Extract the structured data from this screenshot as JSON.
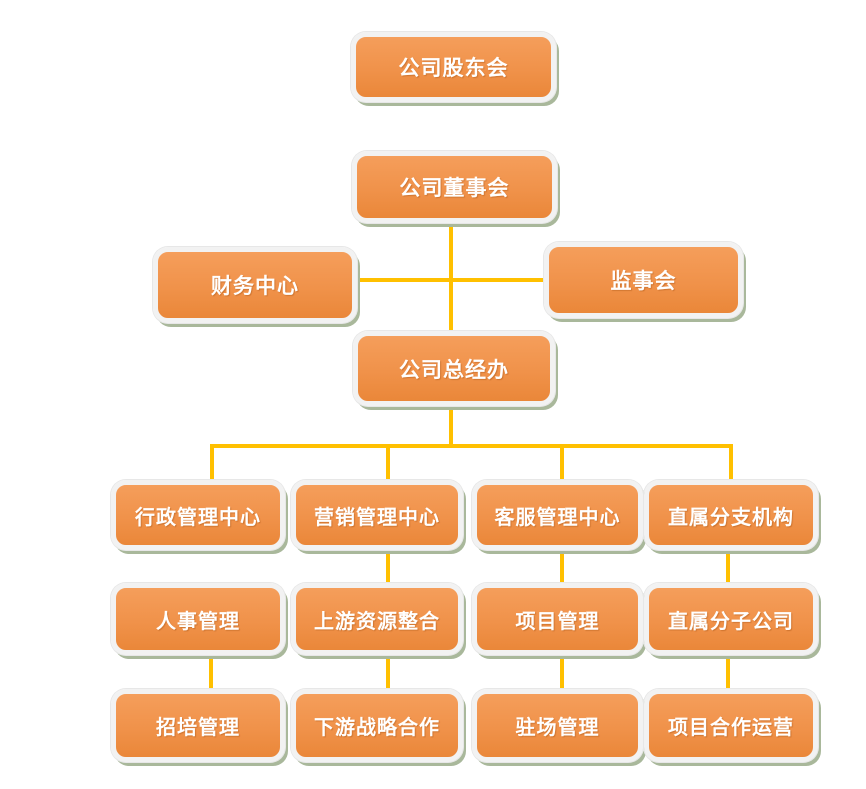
{
  "chart_type": "org-chart",
  "colors": {
    "node_fill": "#F0924A",
    "node_border": "#F2F2F2",
    "node_shadow": "#A9B89B",
    "connector": "#FFC000",
    "text": "#FFFFFF",
    "background": "#FFFFFF"
  },
  "nodes": {
    "shareholders": "公司股东会",
    "board": "公司董事会",
    "finance": "财务中心",
    "supervisors": "监事会",
    "gm_office": "公司总经办",
    "admin_center": "行政管理中心",
    "marketing_center": "营销管理中心",
    "service_center": "客服管理中心",
    "branches": "直属分支机构",
    "hr": "人事管理",
    "upstream": "上游资源整合",
    "project_mgmt": "项目管理",
    "subsidiaries": "直属分子公司",
    "recruit_training": "招培管理",
    "downstream": "下游战略合作",
    "onsite": "驻场管理",
    "project_ops": "项目合作运营"
  },
  "edges": [
    [
      "board",
      "gm_office"
    ],
    [
      "finance",
      "supervisors"
    ],
    [
      "gm_office",
      "admin_center"
    ],
    [
      "gm_office",
      "marketing_center"
    ],
    [
      "gm_office",
      "service_center"
    ],
    [
      "gm_office",
      "branches"
    ],
    [
      "marketing_center",
      "upstream"
    ],
    [
      "service_center",
      "project_mgmt"
    ],
    [
      "branches",
      "subsidiaries"
    ],
    [
      "hr",
      "recruit_training"
    ],
    [
      "upstream",
      "downstream"
    ],
    [
      "project_mgmt",
      "onsite"
    ],
    [
      "subsidiaries",
      "project_ops"
    ]
  ]
}
